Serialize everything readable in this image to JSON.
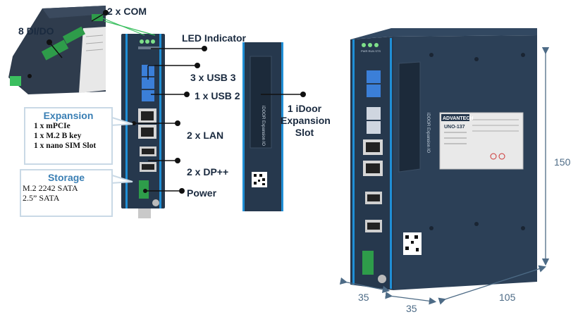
{
  "labels": {
    "com": "2 x COM",
    "dio": "8 DI/DO",
    "led": "LED Indicator",
    "usb3": "3 x USB 3",
    "usb2": "1 x USB 2",
    "lan": "2 x LAN",
    "dp": "2 x DP++",
    "power": "Power",
    "idoor": [
      "1 iDoor",
      "Expansion",
      "Slot"
    ]
  },
  "expansion": {
    "title": "Expansion",
    "items": [
      "1 x mPCIe",
      "1 x M.2 B key",
      "1 x nano SIM Slot"
    ]
  },
  "storage": {
    "title": "Storage",
    "items": [
      "M.2 2242 SATA",
      "2.5” SATA"
    ]
  },
  "device": {
    "brand": "ADVANTECH",
    "model": "UNO-137",
    "slot_text": "iDOOR Expansion IO",
    "led_text": "PWR RUN STS"
  },
  "dimensions": {
    "height": "150",
    "width_front": "35",
    "width_side": "35",
    "depth": "105"
  },
  "colors": {
    "body": "#26384d",
    "accent": "#1f8fd6",
    "label": "#1a2a3f",
    "panel_title": "#3a7fb4",
    "connector": "#2e9c4a"
  }
}
